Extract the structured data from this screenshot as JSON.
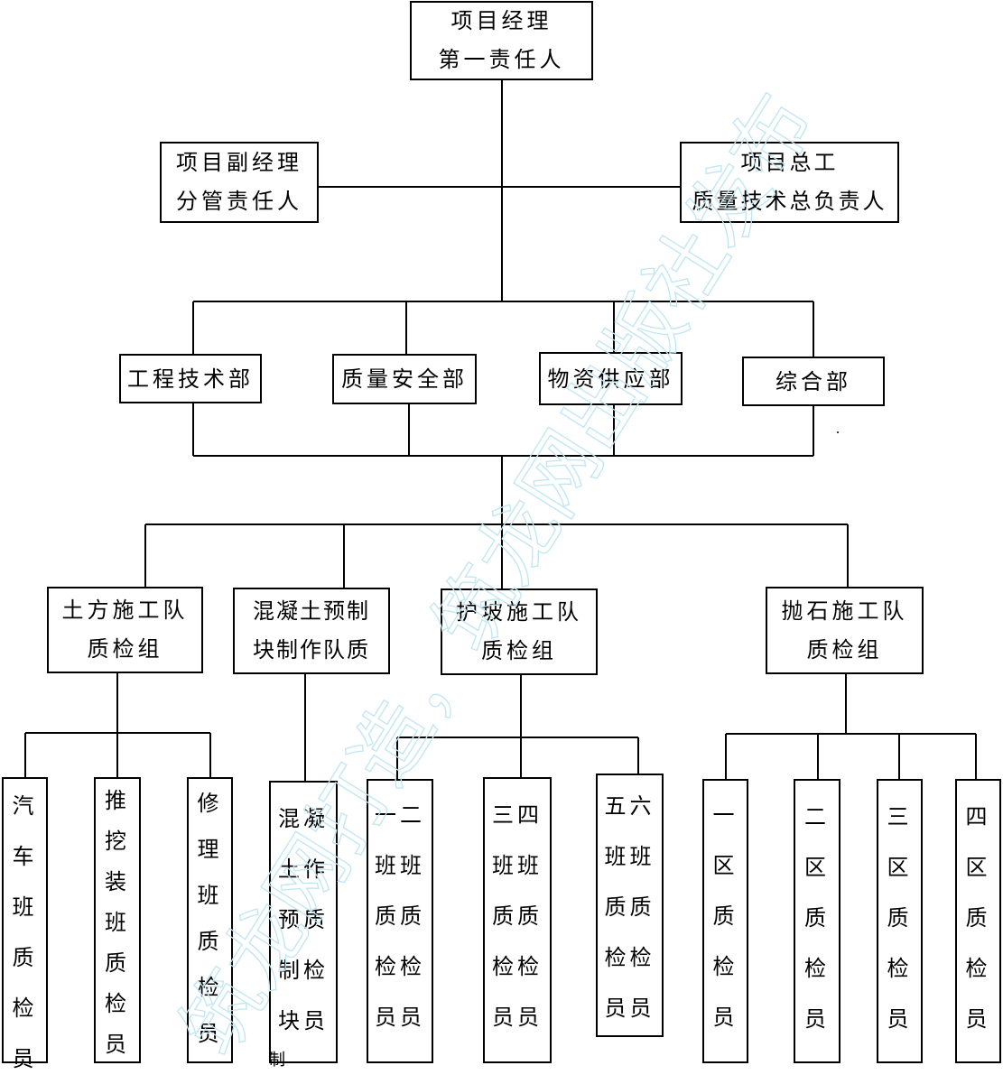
{
  "org_chart": {
    "top": {
      "line1": "项目经理",
      "line2": "第一责任人"
    },
    "deputy": {
      "line1": "项目副经理",
      "line2": "分管责任人"
    },
    "chief_engineer": {
      "line1": "项目总工",
      "line2": "质量技术总负责人"
    },
    "departments": [
      "工程技术部",
      "质量安全部",
      "物资供应部",
      "综合部"
    ],
    "teams": [
      {
        "line1": "土方施工队",
        "line2": "质检组"
      },
      {
        "line1": "混凝土预制",
        "line2": "块制作队质"
      },
      {
        "line1": "护坡施工队",
        "line2": "质检组"
      },
      {
        "line1": "抛石施工队",
        "line2": "质检组"
      }
    ],
    "inspectors": [
      {
        "lines": [
          "汽",
          "车",
          "班",
          "质",
          "检",
          "员"
        ]
      },
      {
        "lines": [
          "推",
          "挖",
          "装",
          "班",
          "质",
          "检",
          "员"
        ]
      },
      {
        "lines": [
          "修",
          "理",
          "班",
          "质",
          "检",
          "员"
        ]
      },
      {
        "lines": [
          "混凝",
          "土作",
          "预质",
          "制检",
          "块员"
        ],
        "overflow": "制"
      },
      {
        "lines": [
          "一二",
          "班班",
          "质质",
          "检检",
          "员员"
        ]
      },
      {
        "lines": [
          "三四",
          "班班",
          "质质",
          "检检",
          "员员"
        ]
      },
      {
        "lines": [
          "五六",
          "班班",
          "质质",
          "检检",
          "员员"
        ]
      },
      {
        "lines": [
          "一",
          "区",
          "质",
          "检",
          "员"
        ]
      },
      {
        "lines": [
          "二",
          "区",
          "质",
          "检",
          "员"
        ]
      },
      {
        "lines": [
          "三",
          "区",
          "质",
          "检",
          "员"
        ]
      },
      {
        "lines": [
          "四",
          "区",
          "质",
          "检",
          "员"
        ]
      }
    ]
  },
  "watermark": {
    "text": "筑龙网打造，筑龙网出版社发布",
    "color": "#bfe6f2"
  }
}
